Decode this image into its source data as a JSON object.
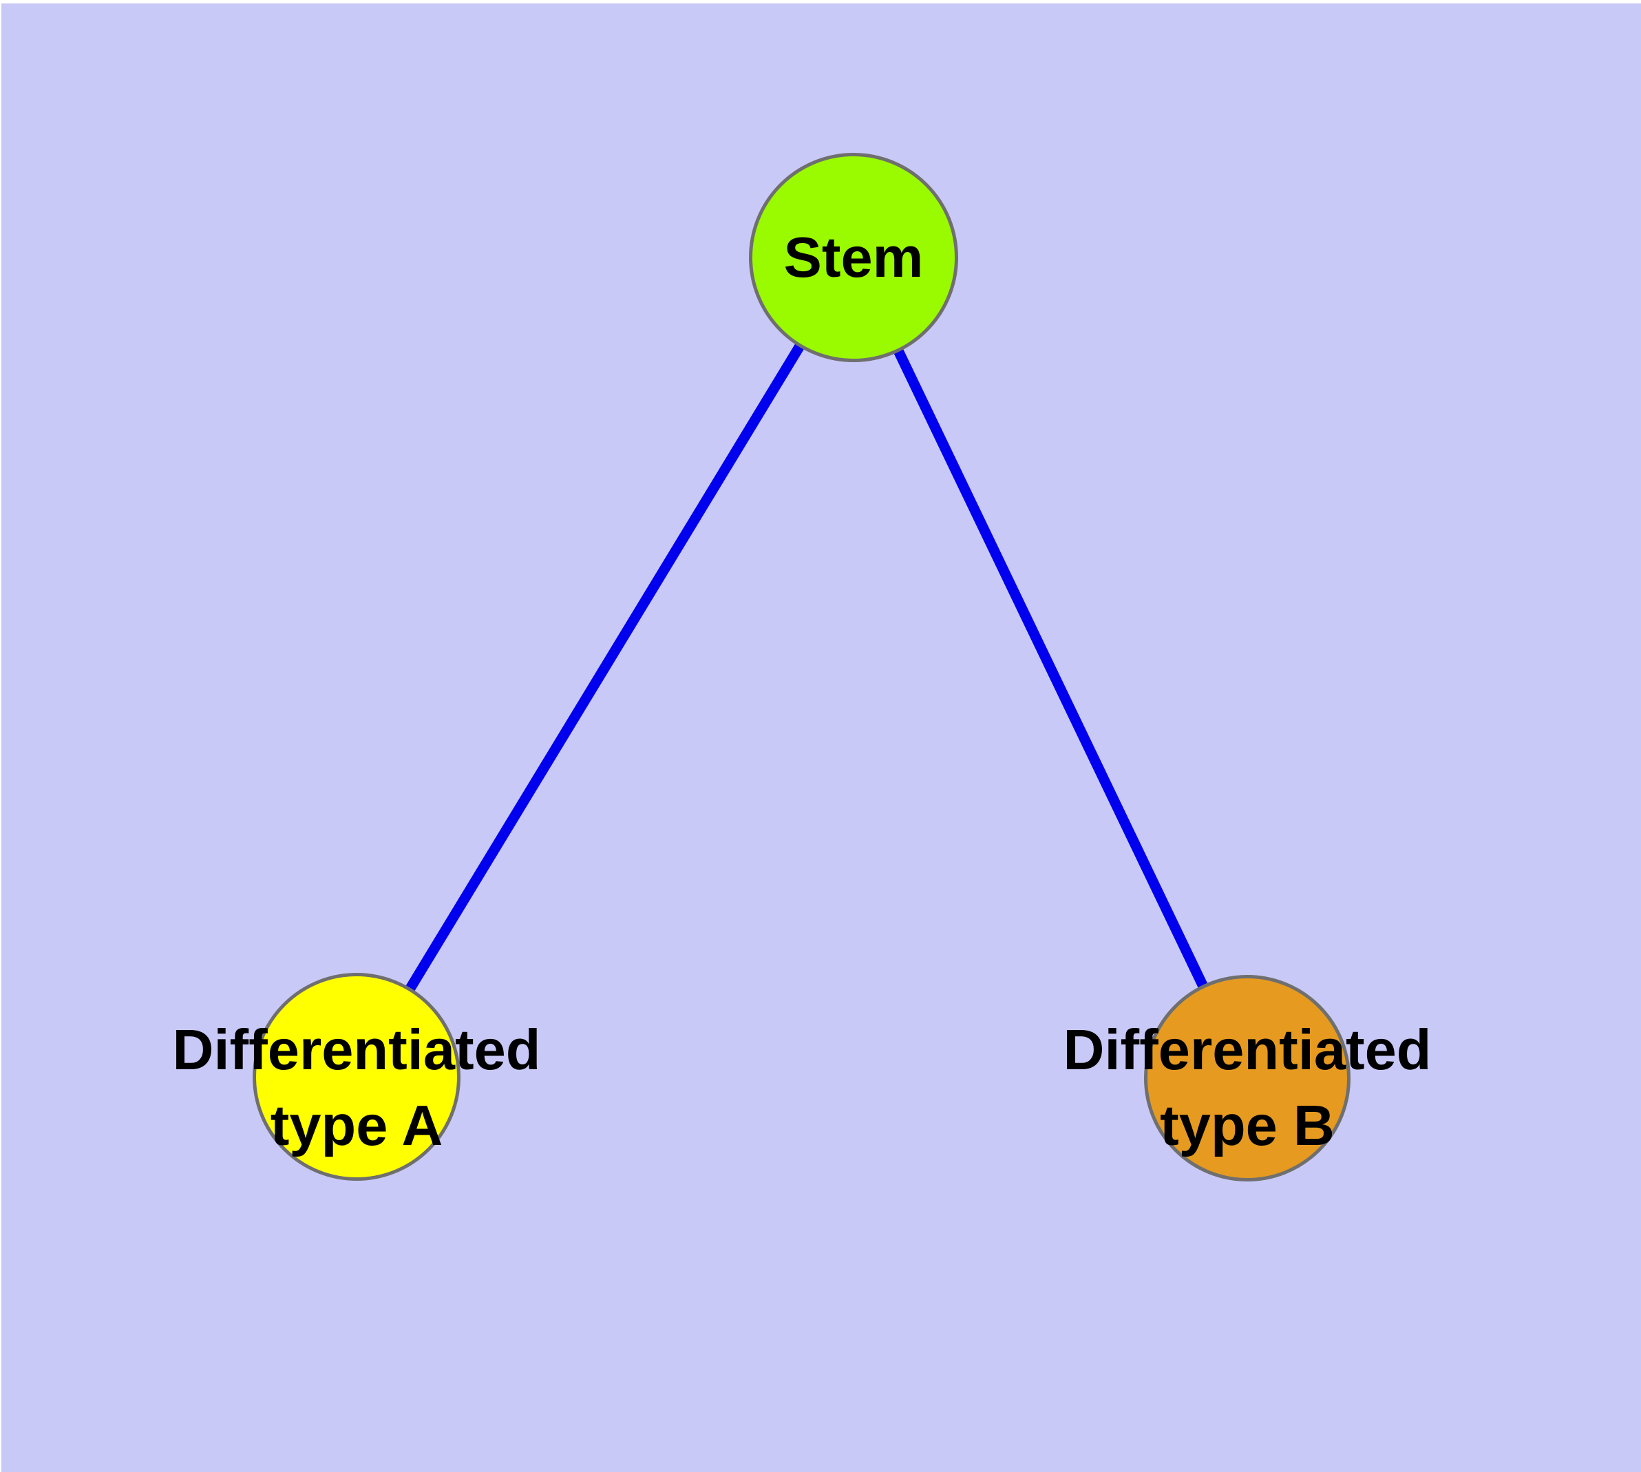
{
  "colors": {
    "page-bg": "#ffffff",
    "panel-bg": "#c9c9f8",
    "node-border": "#6f6f6f",
    "edge": "#0000ee",
    "stem-fill": "#9afa00",
    "type-a-fill": "#ffff00",
    "type-b-fill": "#e69a20",
    "label-color": "#000000"
  },
  "nodes": {
    "stem": {
      "label": "Stem"
    },
    "type_a": {
      "label_line1": "Differentiated",
      "label_line2": "type A"
    },
    "type_b": {
      "label_line1": "Differentiated",
      "label_line2": "type B"
    }
  }
}
